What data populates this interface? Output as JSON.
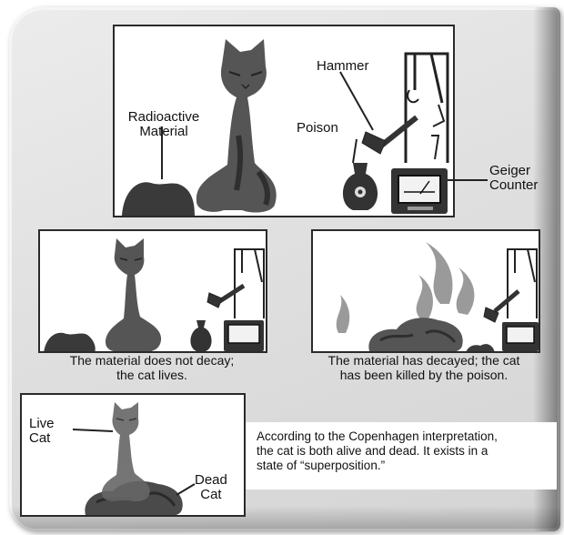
{
  "labels": {
    "radioactive_material": [
      "Radioactive",
      "Material"
    ],
    "hammer": "Hammer",
    "poison": "Poison",
    "geiger_counter": [
      "Geiger",
      "Counter"
    ],
    "live_cat": [
      "Live",
      "Cat"
    ],
    "dead_cat": [
      "Dead",
      "Cat"
    ]
  },
  "captions": {
    "no_decay": [
      "The material does not decay;",
      "the cat lives."
    ],
    "decayed": [
      "The material has decayed; the cat",
      "has been killed by the poison."
    ]
  },
  "interpretation": [
    "According to the Copenhagen interpretation,",
    "the cat is both alive and dead. It exists in a",
    "state of “superposition.”"
  ],
  "colors": {
    "cat": "#555555",
    "cat_dark": "#2f2f2f",
    "fumes": "#9a9a9a",
    "outline": "#222222"
  }
}
